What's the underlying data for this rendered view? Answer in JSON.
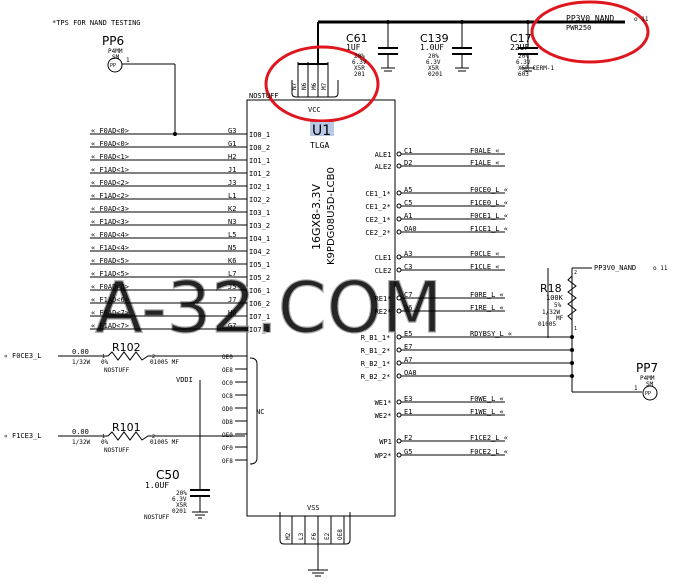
{
  "header": {
    "note": "*TPS FOR NAND TESTING"
  },
  "chip": {
    "designator": "U1",
    "package": "TLGA",
    "part_value": "16GX8-3.3V",
    "part_number": "K9PDG08U5D-LCB0",
    "top_label": "NOSTUFF",
    "vcc_label": "VCC",
    "vss_label": "VSS",
    "nc_label": "NC",
    "vcc_pins": [
      "N7",
      "N6",
      "M6",
      "M7"
    ],
    "vss_pins": [
      "M2",
      "L3",
      "F6",
      "E2",
      "OE8"
    ]
  },
  "rail": {
    "name": "PP3V0_NAND",
    "sub": "PWR250"
  },
  "left_pins": [
    {
      "net": "F0AD<0>",
      "ball": "G3",
      "pin": "IO0_1"
    },
    {
      "net": "F0AD<0>",
      "ball": "G1",
      "pin": "IO0_2"
    },
    {
      "net": "F0AD<1>",
      "ball": "H2",
      "pin": "IO1_1"
    },
    {
      "net": "F1AD<1>",
      "ball": "J1",
      "pin": "IO1_2"
    },
    {
      "net": "F0AD<2>",
      "ball": "J3",
      "pin": "IO2_1"
    },
    {
      "net": "F1AD<2>",
      "ball": "L1",
      "pin": "IO2_2"
    },
    {
      "net": "F0AD<3>",
      "ball": "K2",
      "pin": "IO3_1"
    },
    {
      "net": "F1AD<3>",
      "ball": "N3",
      "pin": "IO3_2"
    },
    {
      "net": "F0AD<4>",
      "ball": "L5",
      "pin": "IO4_1"
    },
    {
      "net": "F1AD<4>",
      "ball": "N5",
      "pin": "IO4_2"
    },
    {
      "net": "F0AD<5>",
      "ball": "K6",
      "pin": "IO5_1"
    },
    {
      "net": "F1AD<5>",
      "ball": "L7",
      "pin": "IO5_2"
    },
    {
      "net": "F0AD<6>",
      "ball": "J5",
      "pin": "IO6_1"
    },
    {
      "net": "F1AD<6>",
      "ball": "J7",
      "pin": "IO6_2"
    },
    {
      "net": "F0AD<7>",
      "ball": "H6",
      "pin": "IO7_1"
    },
    {
      "net": "F1AD<7>",
      "ball": "G7",
      "pin": "IO7_2"
    }
  ],
  "right_pins": [
    {
      "pin": "ALE1",
      "ball": "C1",
      "net": "F0ALE"
    },
    {
      "pin": "ALE2",
      "ball": "D2",
      "net": "F1ALE"
    },
    {
      "pin": "CE1_1*",
      "ball": "A5",
      "net": "F0CE0_L"
    },
    {
      "pin": "CE1_2*",
      "ball": "C5",
      "net": "F1CE0_L"
    },
    {
      "pin": "CE2_1*",
      "ball": "A1",
      "net": "F0CE1_L"
    },
    {
      "pin": "CE2_2*",
      "ball": "OA0",
      "net": "F1CE1_L"
    },
    {
      "pin": "CLE1",
      "ball": "A3",
      "net": "F0CLE"
    },
    {
      "pin": "CLE2",
      "ball": "C3",
      "net": "F1CLE"
    },
    {
      "pin": "RE1*",
      "ball": "C7",
      "net": "F0RE_L"
    },
    {
      "pin": "RE2*",
      "ball": "D6",
      "net": "F1RE_L"
    },
    {
      "pin": "R_B1_1*",
      "ball": "E5",
      "net": "RDYBSY_L"
    },
    {
      "pin": "R_B1_2*",
      "ball": "E7",
      "net": ""
    },
    {
      "pin": "R_B2_1*",
      "ball": "A7",
      "net": ""
    },
    {
      "pin": "R_B2_2*",
      "ball": "OA8",
      "net": ""
    },
    {
      "pin": "WE1*",
      "ball": "E3",
      "net": "F0WE_L"
    },
    {
      "pin": "WE2*",
      "ball": "E1",
      "net": "F1WE_L"
    },
    {
      "pin": "WP1",
      "ball": "F2",
      "net": "F1CE2_L"
    },
    {
      "pin": "WP2*",
      "ball": "G5",
      "net": "F0CE2_L"
    }
  ],
  "nc_pins": [
    "OE0",
    "OE8",
    "OC0",
    "OC8",
    "OD0",
    "OD8",
    "OE0",
    "OF0",
    "OF8"
  ],
  "caps": [
    {
      "ref": "C61",
      "value": "1UF",
      "l1": "20%",
      "l2": "6.3V",
      "l3": "X5R",
      "l4": "201"
    },
    {
      "ref": "C139",
      "value": "1.0UF",
      "l1": "20%",
      "l2": "6.3V",
      "l3": "X5R",
      "l4": "0201"
    },
    {
      "ref": "C17",
      "value": "22UF",
      "l1": "20%",
      "l2": "6.3V",
      "l3": "X5R-CERM-1",
      "l4": "603"
    }
  ],
  "c50": {
    "ref": "C50",
    "value": "1.0UF",
    "l1": "20%",
    "l2": "6.3V",
    "l3": "X5R",
    "l4": "0201",
    "l5": "NOSTUFF"
  },
  "pp6": {
    "ref": "PP6",
    "l1": "P4MM",
    "l2": "SM",
    "pp": "PP",
    "pin": "1"
  },
  "pp7": {
    "ref": "PP7",
    "l1": "P4MM",
    "l2": "SM",
    "pp": "PP",
    "pin": "1"
  },
  "r102": {
    "ref": "R102",
    "val": "0.00",
    "tol": "1/32W",
    "pct": "0%",
    "pkg": "01005 MF",
    "stuff": "NOSTUFF",
    "net": "F0CE3_L",
    "p1": "1",
    "p2": "2"
  },
  "r101": {
    "ref": "R101",
    "val": "0.00",
    "tol": "1/32W",
    "pct": "0%",
    "pkg": "01005 MF",
    "stuff": "NOSTUFF",
    "net": "F1CE3_L",
    "p1": "1",
    "p2": "2"
  },
  "r18": {
    "ref": "R18",
    "val": "100K",
    "l1": "5%",
    "l2": "1/32W",
    "l3": "MF",
    "l4": "01005",
    "p1": "2",
    "p2": "1"
  },
  "net_3v0": "PP3V0_NAND",
  "vddi": "VDDI",
  "watermark": "A-32.COM"
}
